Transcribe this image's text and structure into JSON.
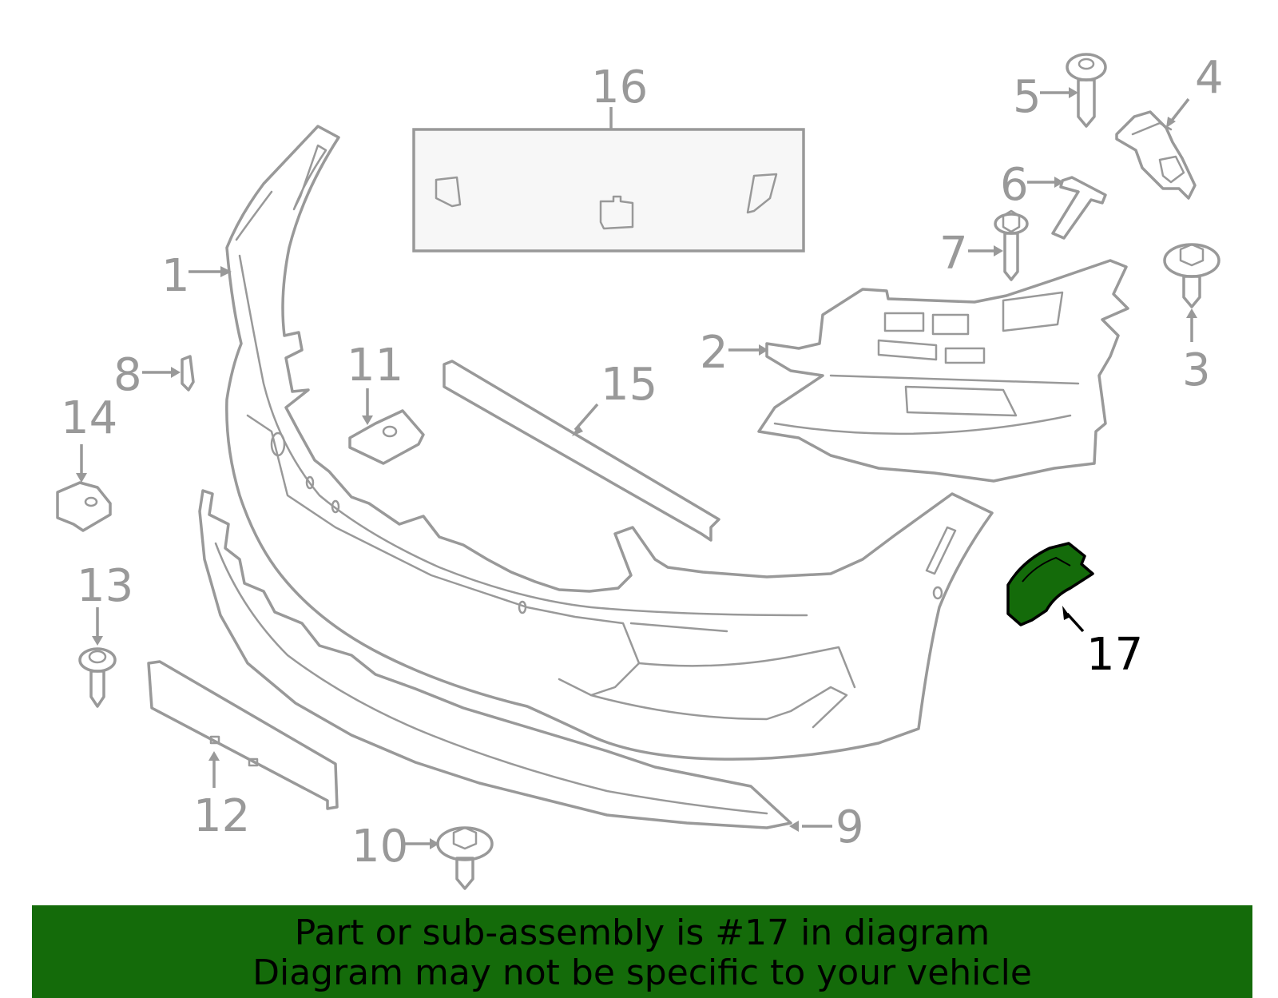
{
  "colors": {
    "line": "#999999",
    "highlight": "#146b0a",
    "banner_bg": "#146b0a",
    "banner_text": "#000000"
  },
  "callouts": {
    "c1": "1",
    "c2": "2",
    "c3": "3",
    "c4": "4",
    "c5": "5",
    "c6": "6",
    "c7": "7",
    "c8": "8",
    "c9": "9",
    "c10": "10",
    "c11": "11",
    "c12": "12",
    "c13": "13",
    "c14": "14",
    "c15": "15",
    "c16": "16",
    "c17": "17"
  },
  "highlighted_part": "17",
  "banner": {
    "line1": "Part or sub-assembly is #17 in diagram",
    "line2": "Diagram may not be specific to your vehicle"
  }
}
